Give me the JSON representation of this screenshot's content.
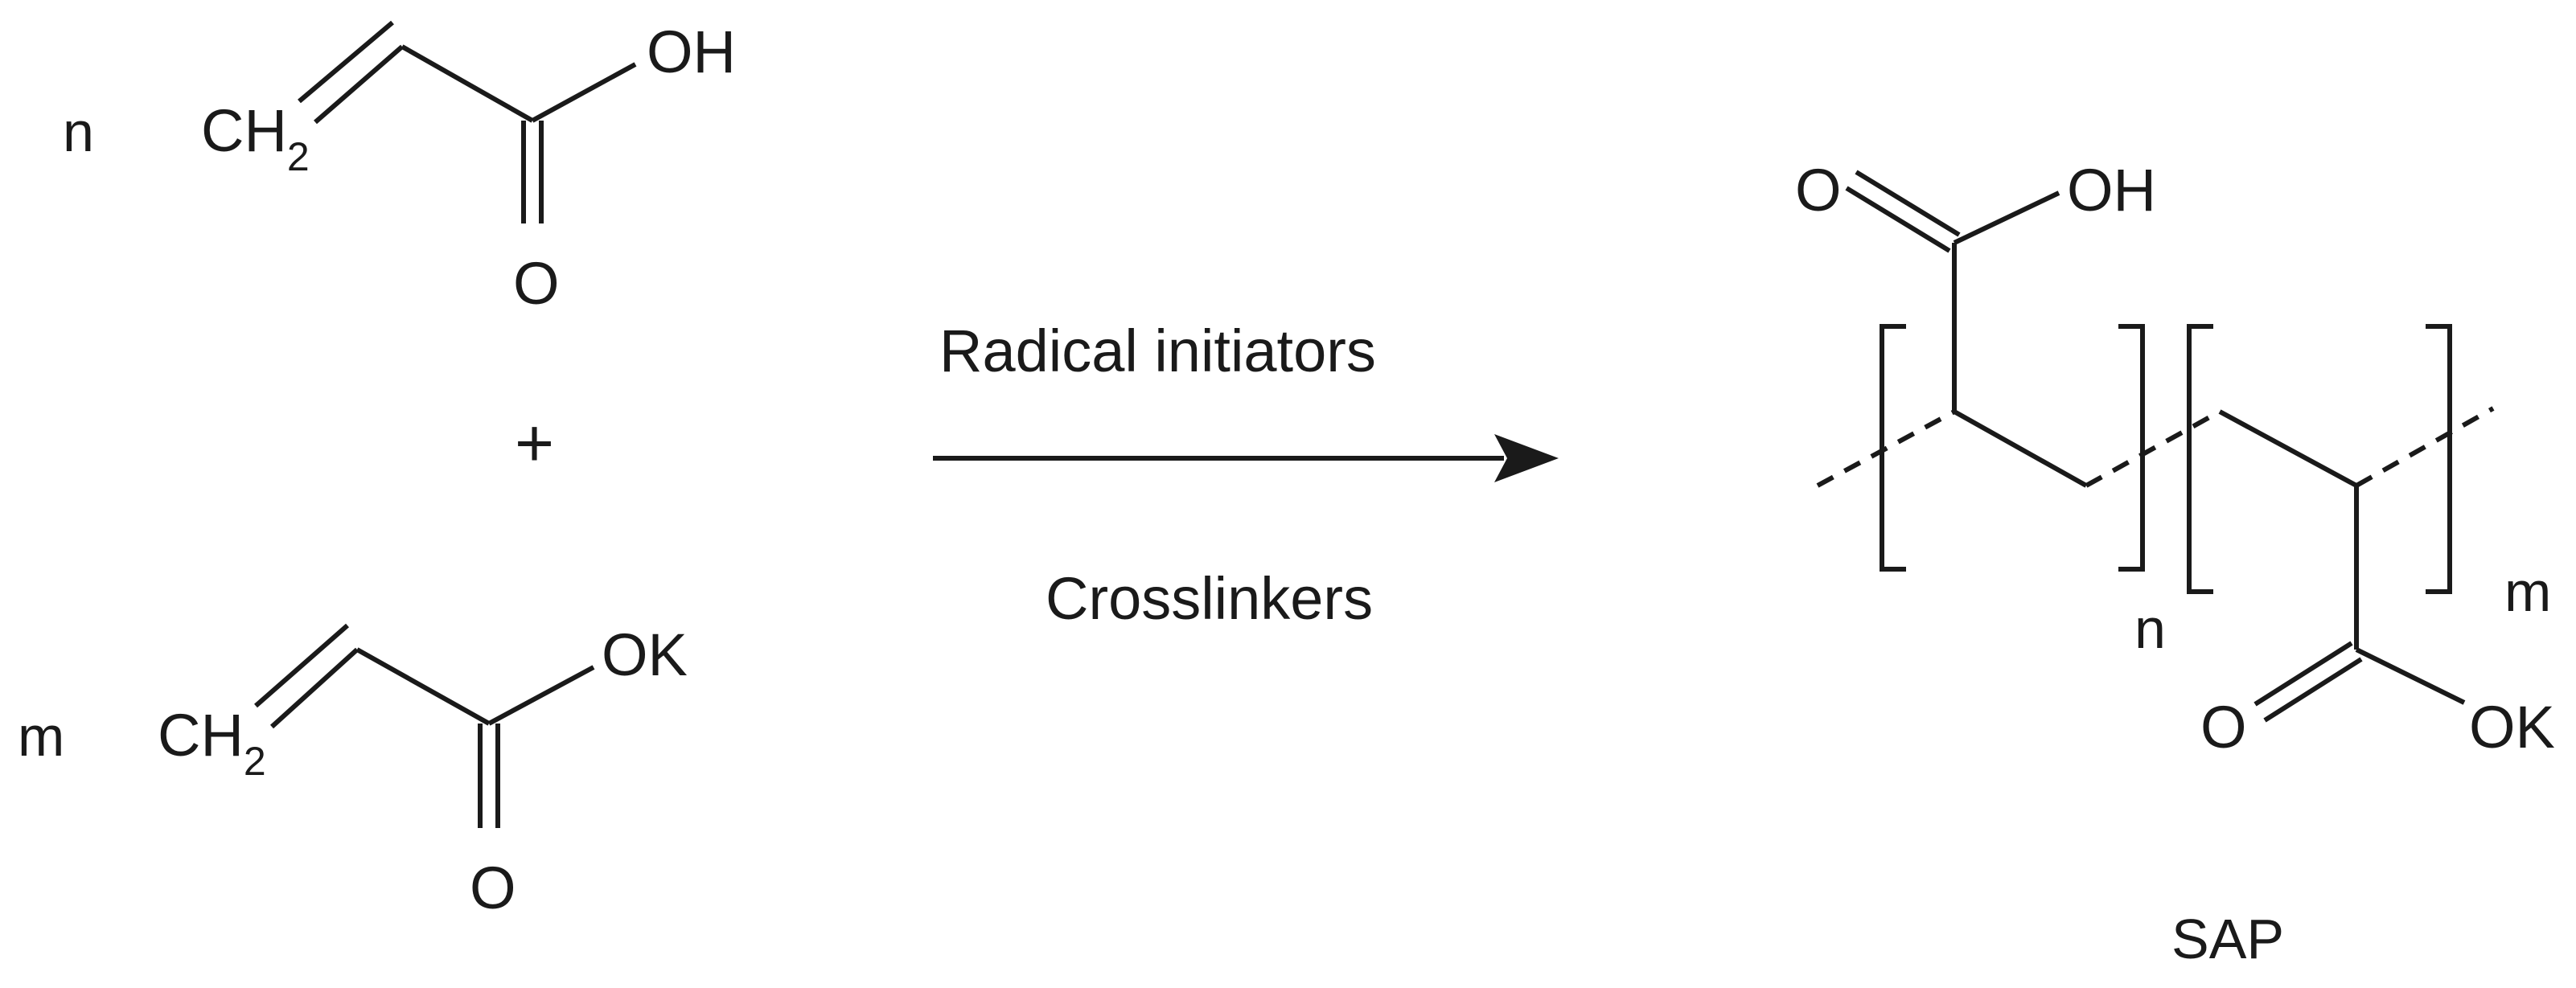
{
  "reactants": [
    {
      "coefficient": "n",
      "ch2": "CH",
      "ch2_subscript": "2",
      "group": "OH",
      "carbonyl_o": "O"
    },
    {
      "coefficient": "m",
      "ch2": "CH",
      "ch2_subscript": "2",
      "group": "OK",
      "carbonyl_o": "O"
    }
  ],
  "plus_sign": "+",
  "conditions": {
    "above_arrow": "Radical initiators",
    "below_arrow": "Crosslinkers"
  },
  "product": {
    "unit_1": {
      "carbonyl_o": "O",
      "group": "OH",
      "index": "n"
    },
    "unit_2": {
      "carbonyl_o": "O",
      "group": "OK",
      "index": "m"
    },
    "name": "SAP"
  }
}
